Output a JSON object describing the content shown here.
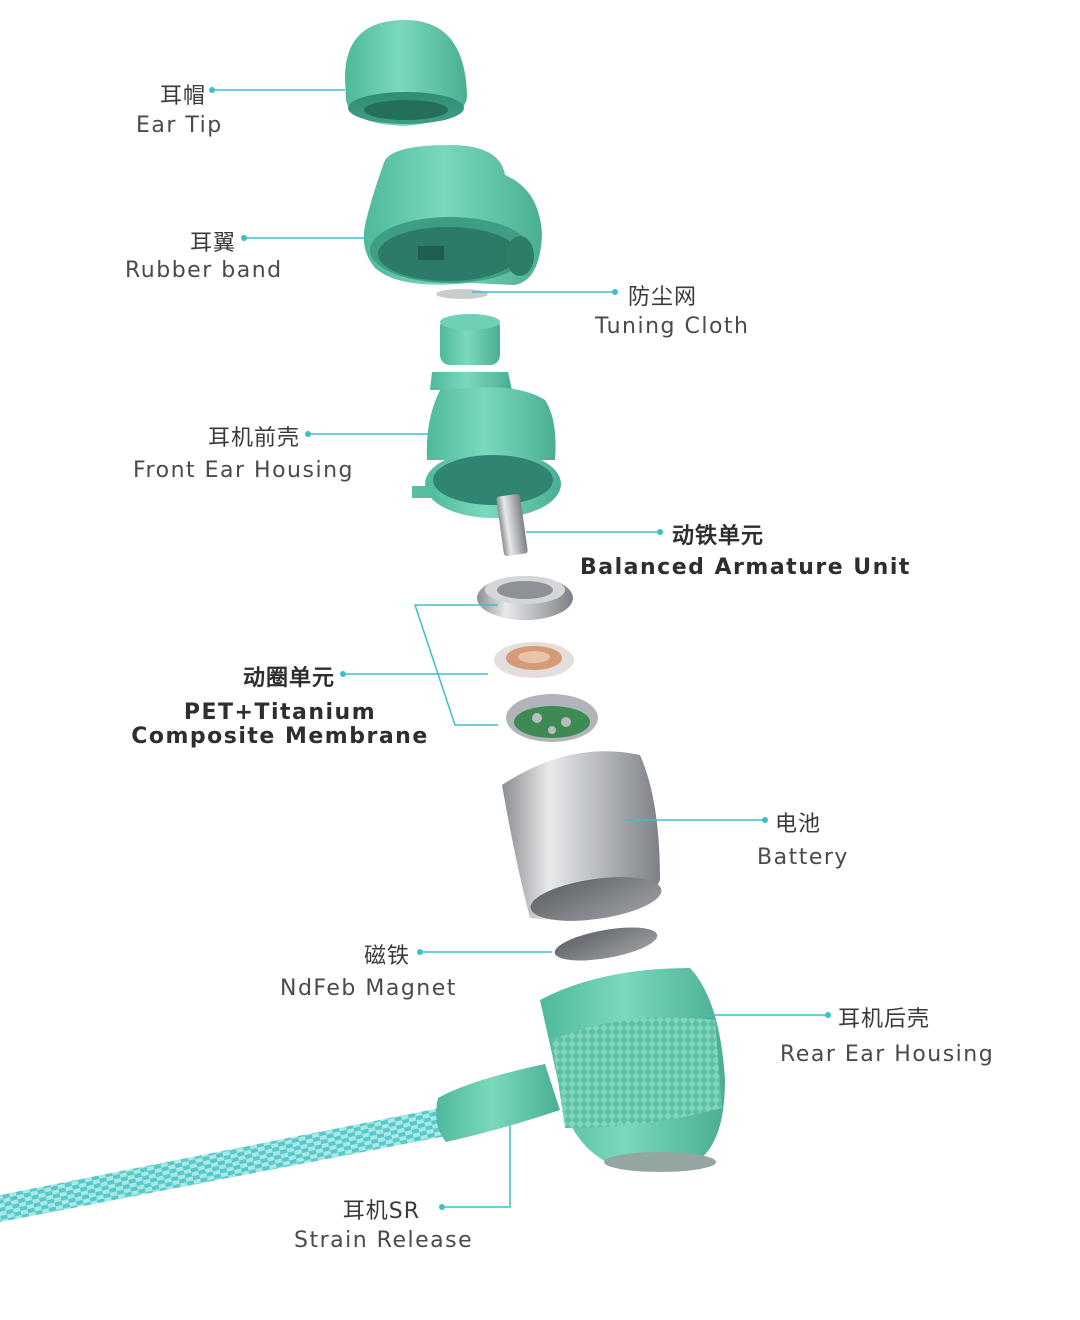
{
  "accent_color": "#3cc0c8",
  "part_color": "#5fc9ad",
  "labels": {
    "ear_tip": {
      "cn": "耳帽",
      "en": "Ear Tip"
    },
    "rubber_band": {
      "cn": "耳翼",
      "en": "Rubber band"
    },
    "tuning_cloth": {
      "cn": "防尘网",
      "en": "Tuning Cloth"
    },
    "front_housing": {
      "cn": "耳机前壳",
      "en": "Front Ear Housing"
    },
    "balanced_armature": {
      "cn": "动铁单元",
      "en": "Balanced Armature Unit"
    },
    "dynamic_unit": {
      "cn": "动圈单元",
      "en_line1": "PET+Titanium",
      "en_line2": "Composite Membrane"
    },
    "battery": {
      "cn": "电池",
      "en": "Battery"
    },
    "magnet": {
      "cn": "磁铁",
      "en": "NdFeb Magnet"
    },
    "rear_housing": {
      "cn": "耳机后壳",
      "en": "Rear Ear Housing"
    },
    "strain_release": {
      "cn": "耳机SR",
      "en": "Strain Release"
    }
  }
}
